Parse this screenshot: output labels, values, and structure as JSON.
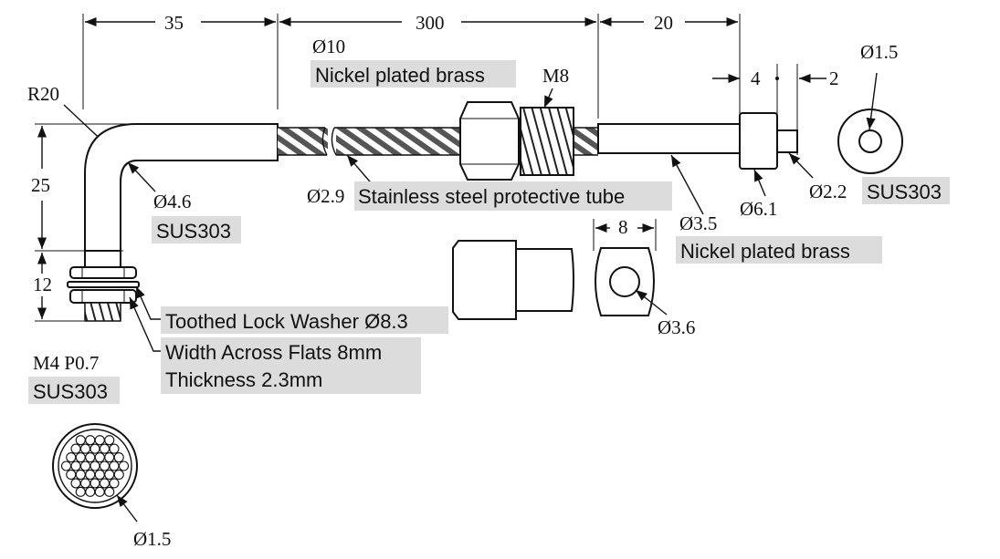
{
  "dimensions": {
    "d35": "35",
    "d300": "300",
    "d20": "20",
    "d4": "4",
    "d2": "2",
    "r20": "R20",
    "d25": "25",
    "d12": "12",
    "d8": "8"
  },
  "diameters": {
    "phi10": "Ø10",
    "phi1_5_top": "Ø1.5",
    "phi2_9": "Ø2.9",
    "phi4_6": "Ø4.6",
    "phi3_5": "Ø3.5",
    "phi6_1": "Ø6.1",
    "phi2_2": "Ø2.2",
    "phi3_6": "Ø3.6",
    "phi1_5_bottom": "Ø1.5"
  },
  "thread": {
    "m8": "M8",
    "m4": "M4 P0.7"
  },
  "materials": {
    "nut": "Nickel plated brass",
    "protective_tube": "Stainless steel protective tube",
    "bent_tube": "SUS303",
    "probe_body": "Nickel plated brass",
    "tip": "SUS303",
    "thread_part": "SUS303"
  },
  "callouts": {
    "washer": "Toothed Lock Washer Ø8.3",
    "nut_flats": "Width Across Flats 8mm",
    "nut_thickness": "Thickness 2.3mm"
  }
}
